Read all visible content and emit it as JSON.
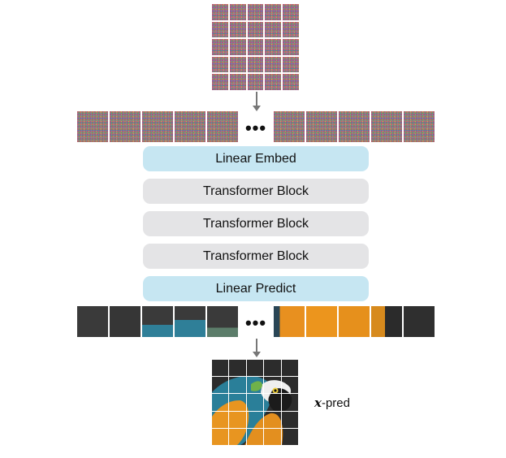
{
  "pipeline": {
    "blocks": [
      {
        "label": "Linear Embed",
        "style": "blue"
      },
      {
        "label": "Transformer Block",
        "style": "gray"
      },
      {
        "label": "Transformer Block",
        "style": "gray"
      },
      {
        "label": "Transformer Block",
        "style": "gray"
      },
      {
        "label": "Linear Predict",
        "style": "blue"
      }
    ],
    "ellipsis": "•••",
    "output_caption_var": "x",
    "output_caption_rest": "-pred"
  },
  "colors": {
    "embed_block": "#c6e6f2",
    "transformer_block": "#e4e4e6",
    "arrow": "#777777"
  }
}
